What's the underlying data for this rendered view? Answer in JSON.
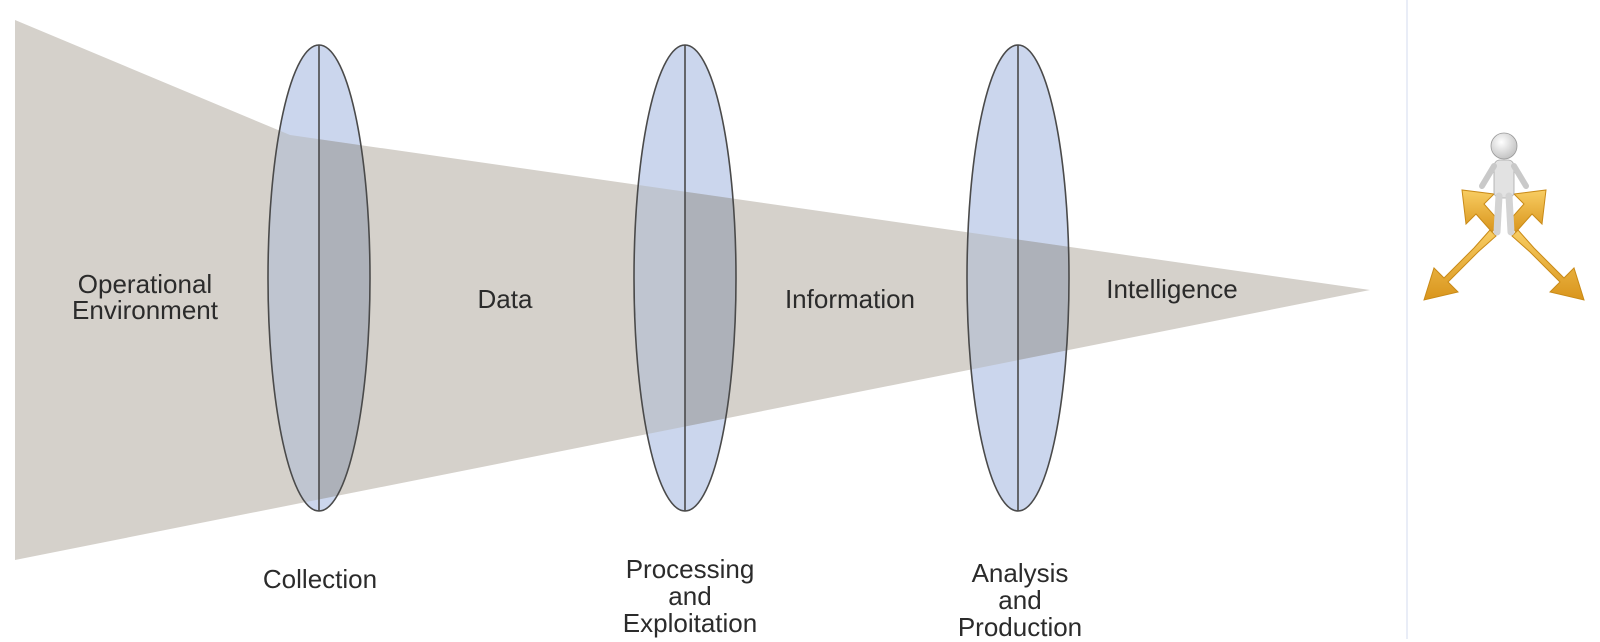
{
  "diagram": {
    "funnel_labels": {
      "operational_environment": [
        "Operational",
        "Environment"
      ],
      "data": "Data",
      "information": "Information",
      "intelligence": "Intelligence"
    },
    "lenses": [
      {
        "label": [
          "Collection"
        ]
      },
      {
        "label": [
          "Processing",
          "and",
          "Exploitation"
        ]
      },
      {
        "label": [
          "Analysis",
          "and",
          "Production"
        ]
      }
    ]
  },
  "colors": {
    "funnel": "#d5d1cb",
    "lens_fill": "#c8d4ec",
    "lens_stroke": "#4a4a4a",
    "overlap": "#a9a9ad",
    "arrow": "#f2b640"
  },
  "icons": {
    "figure": "person-on-arrows-icon"
  }
}
